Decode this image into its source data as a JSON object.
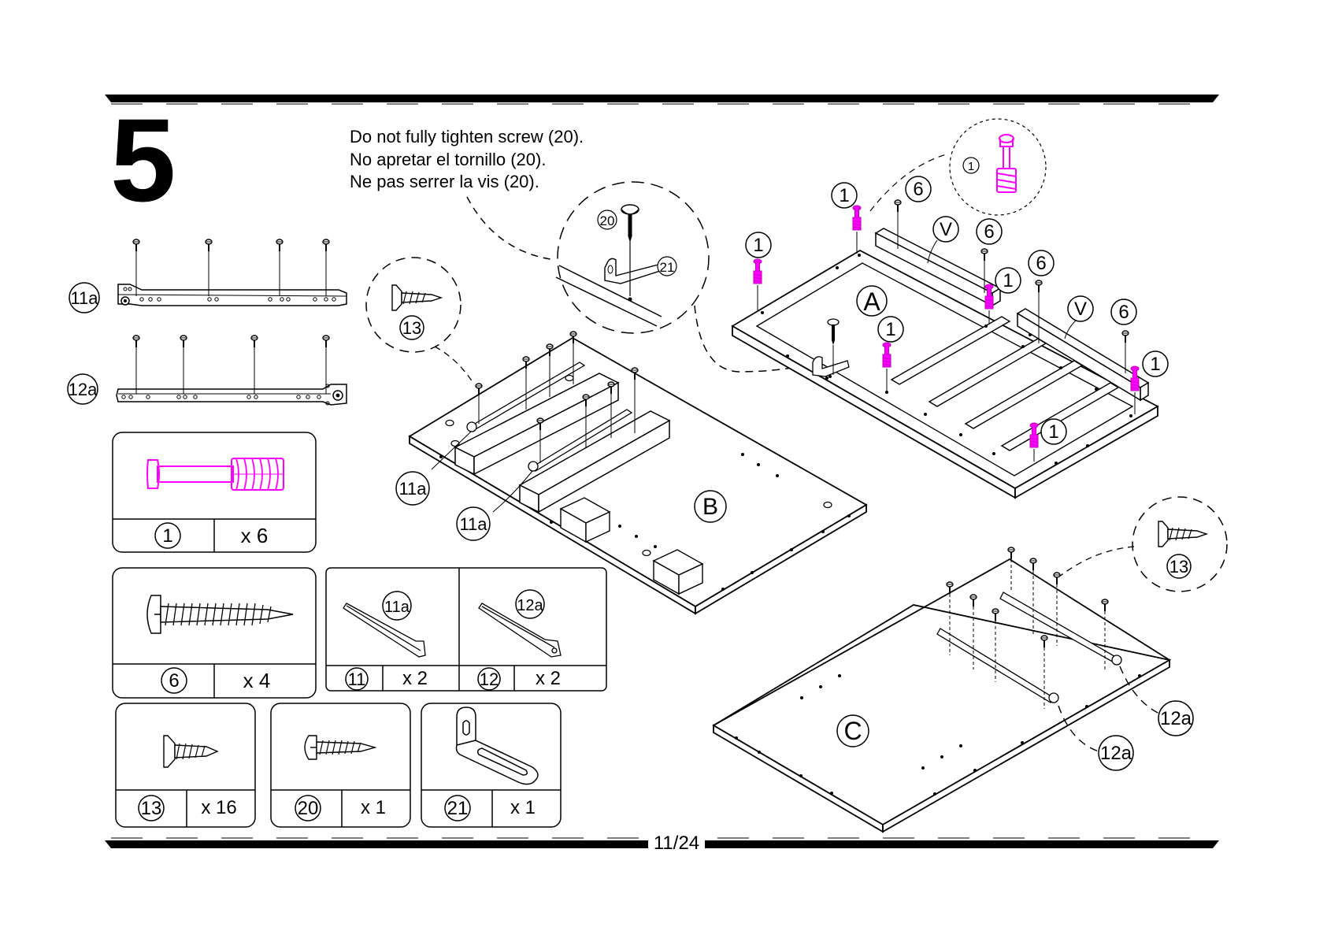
{
  "step": "5",
  "notes": [
    "Do not fully tighten screw (20).",
    "No apretar el tornillo (20).",
    "Ne pas serrer la vis (20)."
  ],
  "page_number": "11/24",
  "rails": {
    "rail_11a": "11a",
    "rail_12a": "12a"
  },
  "parts": [
    {
      "id": "1",
      "qty": "x 6"
    },
    {
      "id": "6",
      "qty": "x 4"
    },
    {
      "id": "11",
      "qty": "x 2",
      "rail_label": "11a"
    },
    {
      "id": "12",
      "qty": "x 2",
      "rail_label": "12a"
    },
    {
      "id": "13",
      "qty": "x 16"
    },
    {
      "id": "20",
      "qty": "x 1"
    },
    {
      "id": "21",
      "qty": "x 1"
    }
  ],
  "panels": {
    "a": "A",
    "b": "B",
    "c": "C"
  },
  "callouts": {
    "cam_bolt": "1",
    "screw_6": "6",
    "part_v": "V",
    "screw_13": "13",
    "screw_20": "20",
    "bracket_21": "21",
    "rail_11a": "11a",
    "rail_12a": "12a"
  },
  "colors": {
    "ink": "#000000",
    "highlight": "#ff00ff",
    "paper": "#ffffff"
  }
}
